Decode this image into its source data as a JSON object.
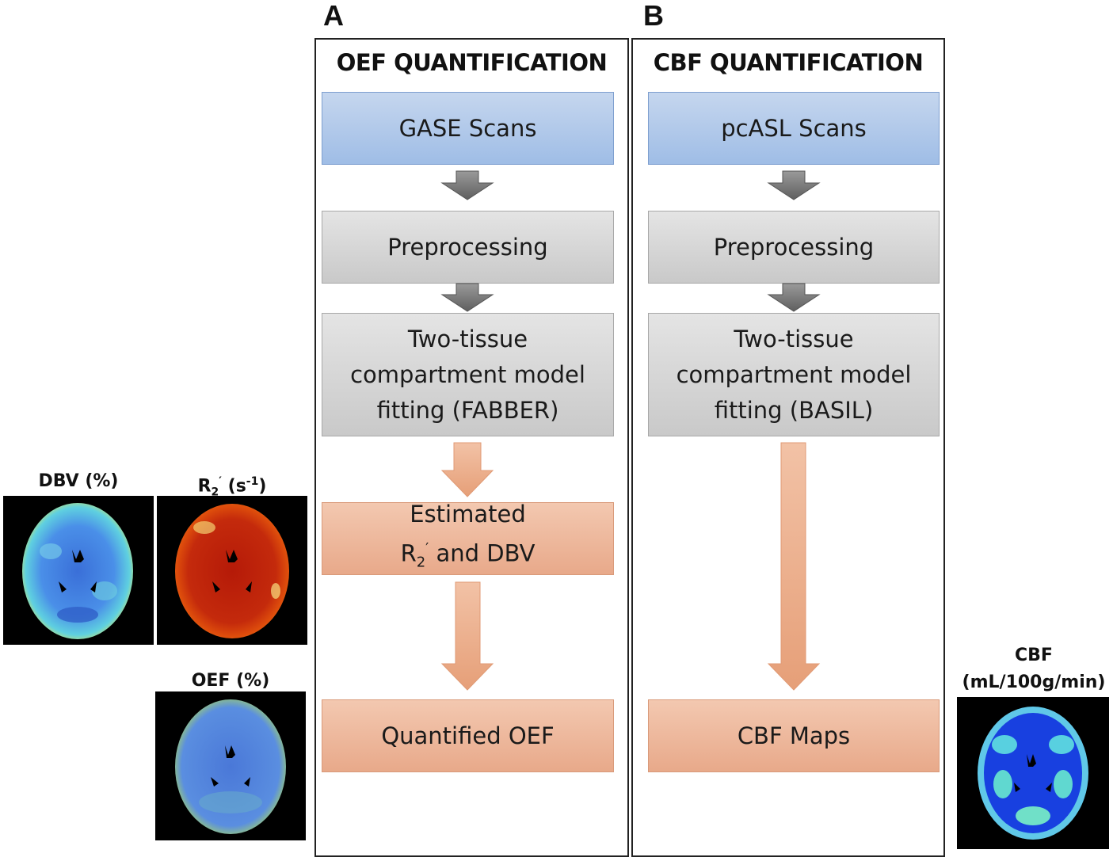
{
  "panels": {
    "a": {
      "letter": "A",
      "title": "OEF QUANTIFICATION",
      "boxes": {
        "scans": "GASE Scans",
        "preprocessing": "Preprocessing",
        "fitting_l1": "Two-tissue",
        "fitting_l2": "compartment model",
        "fitting_l3": "fitting (FABBER)",
        "estimated_l1": "Estimated",
        "estimated_r": "R",
        "estimated_sub": "2",
        "estimated_prime": "′",
        "estimated_rest": " and DBV",
        "result": "Quantified OEF"
      }
    },
    "b": {
      "letter": "B",
      "title": "CBF QUANTIFICATION",
      "boxes": {
        "scans": "pcASL Scans",
        "preprocessing": "Preprocessing",
        "fitting_l1": "Two-tissue",
        "fitting_l2": "compartment model",
        "fitting_l3": "fitting (BASIL)",
        "result": "CBF Maps"
      }
    }
  },
  "maps": {
    "dbv": {
      "label": "DBV (%)"
    },
    "r2": {
      "label_r": "R",
      "label_sub": "2",
      "label_prime": "′",
      "label_unit": " (s",
      "label_sup": "-1",
      "label_close": ")"
    },
    "oef": {
      "label": "OEF (%)"
    },
    "cbf": {
      "label_l1": "CBF",
      "label_l2": "(mL/100g/min)"
    }
  },
  "colors": {
    "blue_box": "#9fbde6",
    "gray_box": "#c9c9c9",
    "orange_box": "#e8a98a",
    "gray_arrow": "#7a7a7a",
    "orange_arrow": "#eba985"
  }
}
